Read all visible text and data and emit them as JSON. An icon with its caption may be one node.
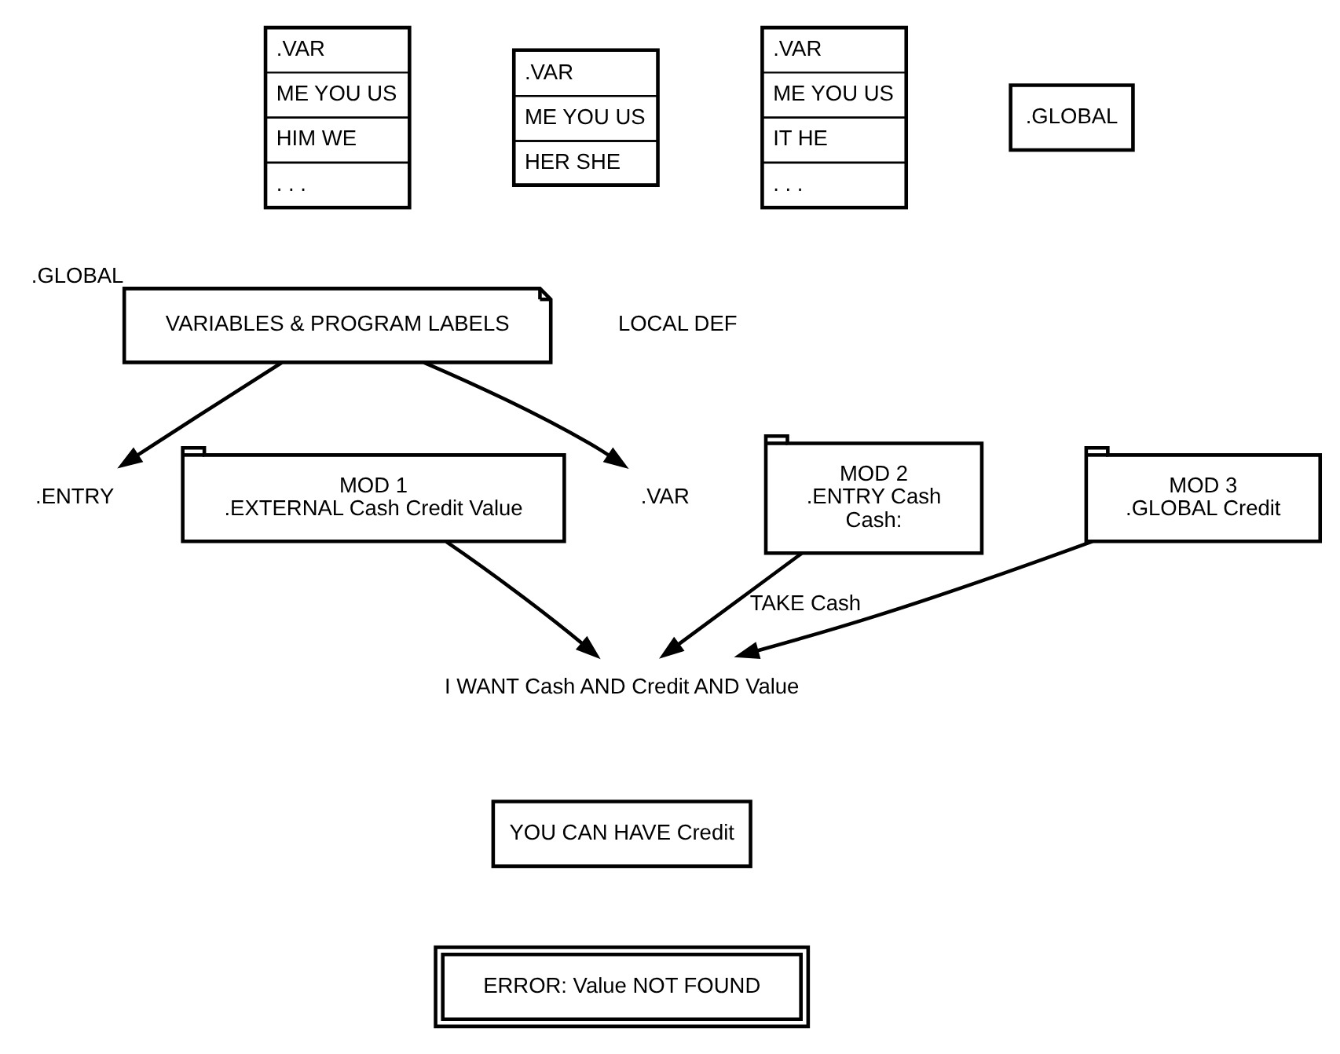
{
  "diagram": {
    "nodes": [
      {
        "text": [
          ".VAR",
          "ME YOU US",
          "HIM WE",
          ". . ."
        ]
      },
      {
        "text": [
          ".VAR",
          "ME YOU US",
          "HER SHE"
        ]
      },
      {
        "text": [
          ".VAR",
          "ME YOU US",
          "IT HE",
          ". . ."
        ]
      },
      {
        "text": [
          ".GLOBAL"
        ]
      },
      {
        "text": [
          ".GLOBAL",
          "VARIABLES & PROGRAM LABELS"
        ]
      },
      {
        "text": [
          ".VAR"
        ]
      },
      {
        "text": [
          ".ENTRY"
        ]
      },
      {
        "text": [
          "MOD 1",
          ".EXTERNAL Cash Credit Value"
        ]
      },
      {
        "text": [
          "I WANT Cash AND Credit AND Value"
        ]
      },
      {
        "text": [
          "MOD 2",
          ".ENTRY Cash",
          "Cash:"
        ]
      },
      {
        "text": [
          "MOD 3",
          ".GLOBAL Credit"
        ]
      },
      {
        "text": [
          "YOU CAN HAVE Credit"
        ]
      },
      {
        "text": [
          "ERROR: Value NOT FOUND"
        ]
      }
    ],
    "edges": [
      {
        "from": 4,
        "to": 5,
        "arrow": "to"
      },
      {
        "from": 4,
        "to": 6,
        "arrow": "to"
      },
      {
        "from": 7,
        "to": 8,
        "arrow": "to"
      },
      {
        "from": 9,
        "to": 8,
        "arrow": "to",
        "label": "TAKE Cash"
      },
      {
        "from": 10,
        "to": 8,
        "arrow": "to"
      }
    ],
    "labels": [
      "LOCAL DEF"
    ]
  }
}
